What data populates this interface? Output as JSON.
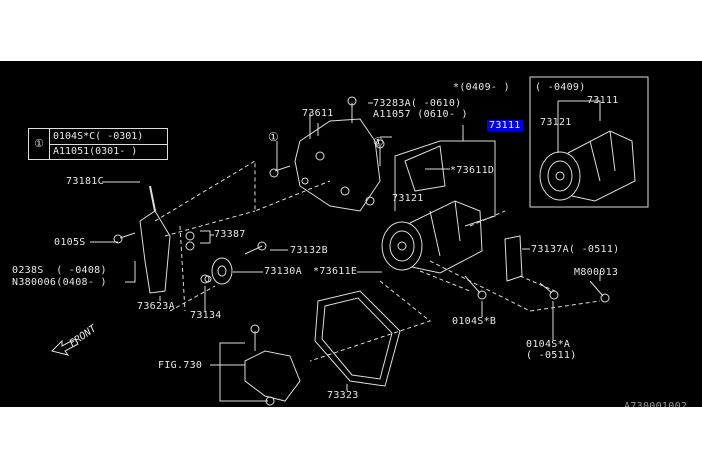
{
  "diagram": {
    "legend_table": {
      "symbol": "①",
      "rows": [
        "0104S*C( -0301)",
        "A11051(0301- )"
      ]
    },
    "highlighted_part": "73111",
    "inset": {
      "note": "( -0409)",
      "labels": [
        "73111",
        "73121"
      ]
    },
    "labels": {
      "p73611": "73611",
      "p73283A": "73283A( -0610)",
      "pA11057": "A11057 (0610- )",
      "star0409": "*(0409- )",
      "circle1": "①",
      "p73611D": "*73611D",
      "p73121": "73121",
      "p73181C": "73181C",
      "p73387": "73387",
      "p0105S": "0105S",
      "p73132B": "73132B",
      "p73137A": "73137A( -0511)",
      "p0238S": "0238S  ( -0408)",
      "pN380006": "N380006(0408- )",
      "p73130A": "73130A",
      "p73611E": "*73611E",
      "pM800013": "M800013",
      "p73623A": "73623A",
      "p73134": "73134",
      "p0104SB": "0104S*B",
      "front": "FRONT",
      "p0104SA": "0104S*A",
      "p0104SA_note": "( -0511)",
      "fig730": "FIG.730",
      "p73323": "73323",
      "drawing_id": "A730001002"
    }
  }
}
